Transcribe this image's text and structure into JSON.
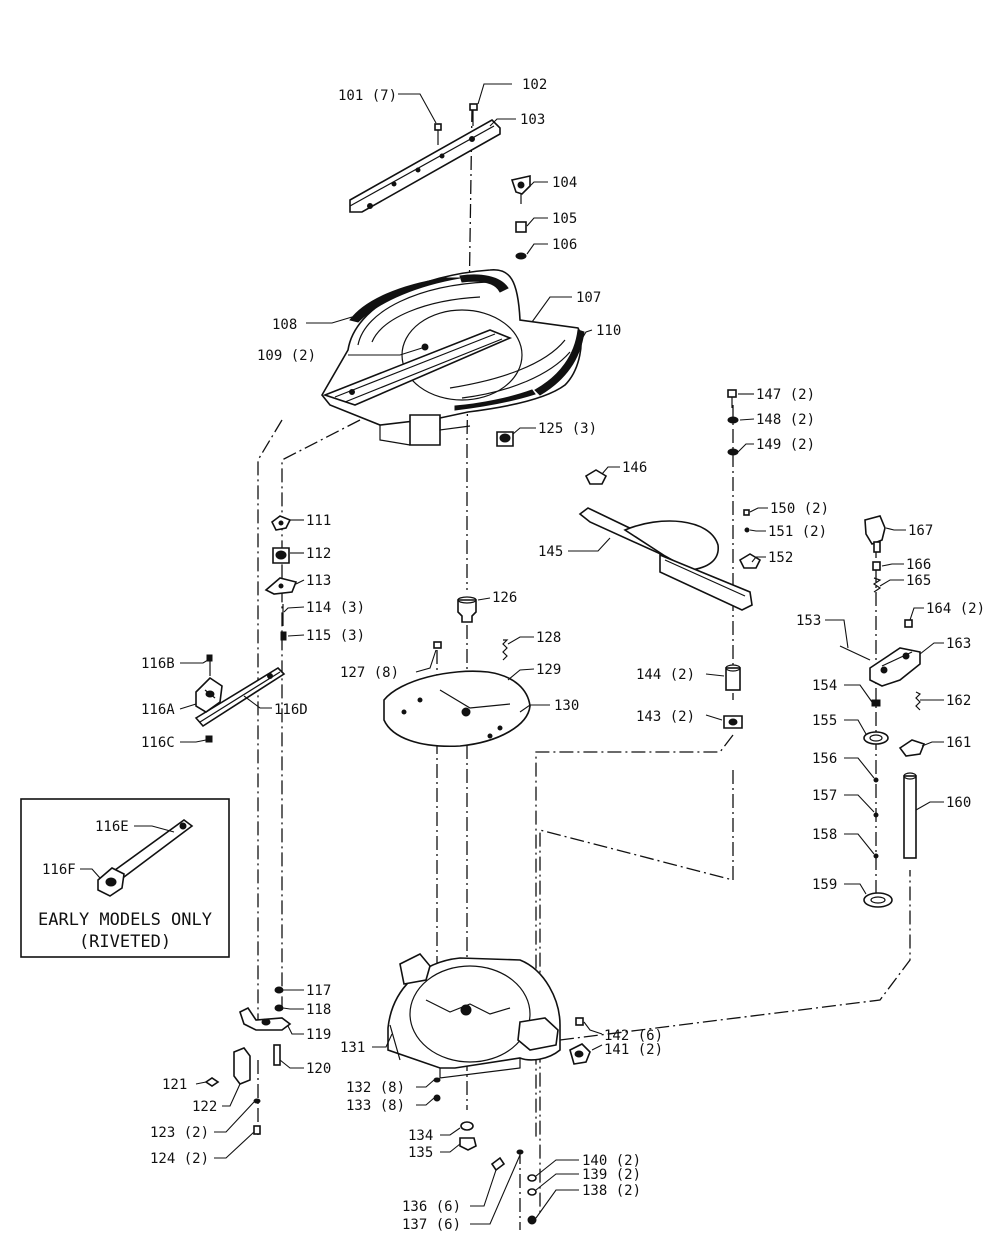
{
  "callouts": [
    {
      "id": "101",
      "text": "101 (7)"
    },
    {
      "id": "102",
      "text": "102"
    },
    {
      "id": "103",
      "text": "103"
    },
    {
      "id": "104",
      "text": "104"
    },
    {
      "id": "105",
      "text": "105"
    },
    {
      "id": "106",
      "text": "106"
    },
    {
      "id": "107",
      "text": "107"
    },
    {
      "id": "108",
      "text": "108"
    },
    {
      "id": "109",
      "text": "109 (2)"
    },
    {
      "id": "110",
      "text": "110"
    },
    {
      "id": "111",
      "text": "111"
    },
    {
      "id": "112",
      "text": "112"
    },
    {
      "id": "113",
      "text": "113"
    },
    {
      "id": "114",
      "text": "114 (3)"
    },
    {
      "id": "115",
      "text": "115 (3)"
    },
    {
      "id": "116B",
      "text": "116B"
    },
    {
      "id": "116A",
      "text": "116A"
    },
    {
      "id": "116D",
      "text": "116D"
    },
    {
      "id": "116C",
      "text": "116C"
    },
    {
      "id": "116E",
      "text": "116E"
    },
    {
      "id": "116F",
      "text": "116F"
    },
    {
      "id": "117",
      "text": "117"
    },
    {
      "id": "118",
      "text": "118"
    },
    {
      "id": "119",
      "text": "119"
    },
    {
      "id": "120",
      "text": "120"
    },
    {
      "id": "121",
      "text": "121"
    },
    {
      "id": "122",
      "text": "122"
    },
    {
      "id": "123",
      "text": "123 (2)"
    },
    {
      "id": "124",
      "text": "124 (2)"
    },
    {
      "id": "125",
      "text": "125 (3)"
    },
    {
      "id": "126",
      "text": "126"
    },
    {
      "id": "127",
      "text": "127 (8)"
    },
    {
      "id": "128",
      "text": "128"
    },
    {
      "id": "129",
      "text": "129"
    },
    {
      "id": "130",
      "text": "130"
    },
    {
      "id": "131",
      "text": "131"
    },
    {
      "id": "132",
      "text": "132 (8)"
    },
    {
      "id": "133",
      "text": "133 (8)"
    },
    {
      "id": "134",
      "text": "134"
    },
    {
      "id": "135",
      "text": "135"
    },
    {
      "id": "136",
      "text": "136 (6)"
    },
    {
      "id": "137",
      "text": "137 (6)"
    },
    {
      "id": "138",
      "text": "138 (2)"
    },
    {
      "id": "139",
      "text": "139 (2)"
    },
    {
      "id": "140",
      "text": "140 (2)"
    },
    {
      "id": "141",
      "text": "141 (2)"
    },
    {
      "id": "142",
      "text": "142 (6)"
    },
    {
      "id": "143",
      "text": "143 (2)"
    },
    {
      "id": "144",
      "text": "144 (2)"
    },
    {
      "id": "145",
      "text": "145"
    },
    {
      "id": "146",
      "text": "146"
    },
    {
      "id": "147",
      "text": "147 (2)"
    },
    {
      "id": "148",
      "text": "148 (2)"
    },
    {
      "id": "149",
      "text": "149 (2)"
    },
    {
      "id": "150",
      "text": "150 (2)"
    },
    {
      "id": "151",
      "text": "151 (2)"
    },
    {
      "id": "152",
      "text": "152"
    },
    {
      "id": "153",
      "text": "153"
    },
    {
      "id": "154",
      "text": "154"
    },
    {
      "id": "155",
      "text": "155"
    },
    {
      "id": "156",
      "text": "156"
    },
    {
      "id": "157",
      "text": "157"
    },
    {
      "id": "158",
      "text": "158"
    },
    {
      "id": "159",
      "text": "159"
    },
    {
      "id": "160",
      "text": "160"
    },
    {
      "id": "161",
      "text": "161"
    },
    {
      "id": "162",
      "text": "162"
    },
    {
      "id": "163",
      "text": "163"
    },
    {
      "id": "164",
      "text": "164 (2)"
    },
    {
      "id": "165",
      "text": "165"
    },
    {
      "id": "166",
      "text": "166"
    },
    {
      "id": "167",
      "text": "167"
    }
  ],
  "inset": {
    "line1": "EARLY MODELS ONLY",
    "line2": "(RIVETED)"
  }
}
